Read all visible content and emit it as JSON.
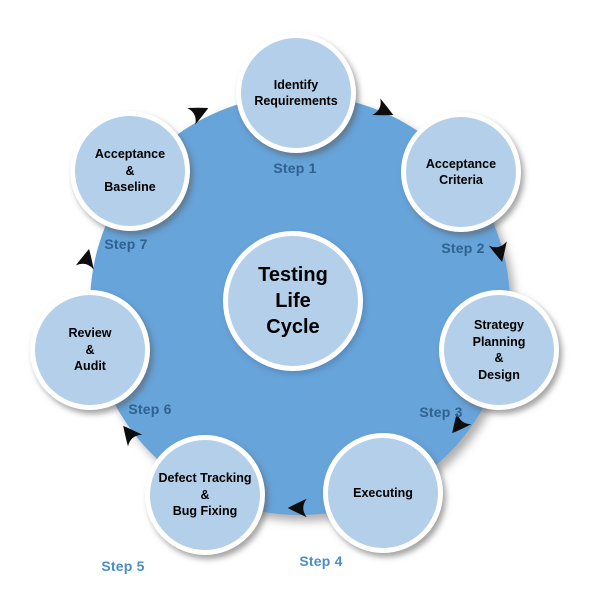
{
  "center": {
    "label": "Testing\nLife\nCycle"
  },
  "nodes": [
    {
      "label": "Identify\nRequirements",
      "step": "Step 1"
    },
    {
      "label": "Acceptance\nCriteria",
      "step": "Step 2"
    },
    {
      "label": "Strategy\nPlanning\n&\nDesign",
      "step": "Step 3"
    },
    {
      "label": "Executing",
      "step": "Step 4"
    },
    {
      "label": "Defect Tracking\n&\nBug Fixing",
      "step": "Step 5"
    },
    {
      "label": "Review\n&\nAudit",
      "step": "Step 6"
    },
    {
      "label": "Acceptance\n&\nBaseline",
      "step": "Step 7"
    }
  ],
  "icons": {
    "flow_arrow": "clockwise-flow-arrow"
  },
  "colors": {
    "background": "#ffffff",
    "ring_fill": "#67a4da",
    "node_fill": "#b3cfe9",
    "node_border": "#ffffff",
    "node_text": "#000000",
    "step_label_on_ring": "#2f6191",
    "step_label_on_white": "#4a8ec6",
    "arrow": "#0d0d0d"
  }
}
